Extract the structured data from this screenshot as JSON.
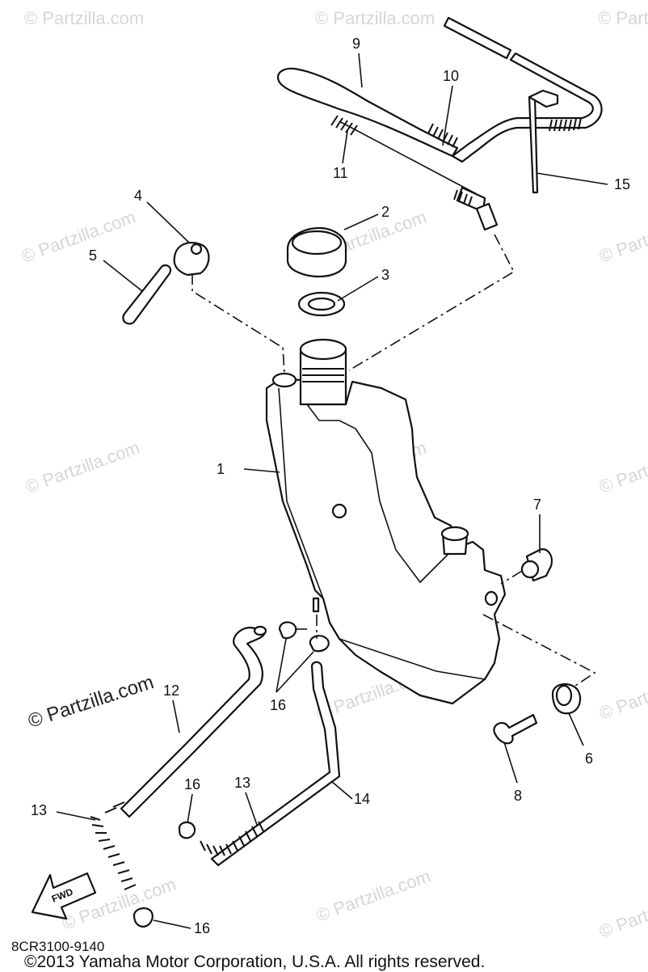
{
  "watermark": "© Partzilla.com",
  "diagram_code": "8CR3100-9140",
  "copyright": "©2013 Yamaha Motor Corporation, U.S.A. All rights reserved.",
  "fwd_label": "FWD",
  "callouts": {
    "c1": "1",
    "c2": "2",
    "c3": "3",
    "c4": "4",
    "c5": "5",
    "c6": "6",
    "c7": "7",
    "c8": "8",
    "c9": "9",
    "c10": "10",
    "c11": "11",
    "c12": "12",
    "c13a": "13",
    "c13b": "13",
    "c14": "14",
    "c15": "15",
    "c16a": "16",
    "c16b": "16",
    "c16c": "16"
  }
}
